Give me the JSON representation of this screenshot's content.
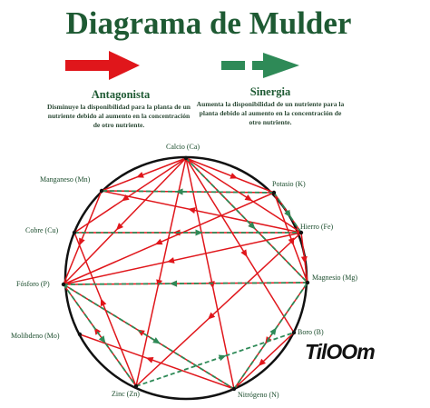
{
  "title": "Diagrama de Mulder",
  "legend": {
    "antagonism": {
      "heading": "Antagonista",
      "description": "Disminuye la disponibilidad para la planta de un nutriente debido al aumento en la concentración de otro nutriente.",
      "color": "#e0161b"
    },
    "synergy": {
      "heading": "Sinergia",
      "description": "Aumenta la disponibilidad de un nutriente para la planta debido al aumento en la concentración de otro nutriente.",
      "color": "#2e8a57"
    }
  },
  "nodes": [
    {
      "id": "ca",
      "label": "Calcio (Ca)"
    },
    {
      "id": "k",
      "label": "Potasio (K)"
    },
    {
      "id": "fe",
      "label": "Hierro (Fe)"
    },
    {
      "id": "mg",
      "label": "Magnesio (Mg)"
    },
    {
      "id": "b",
      "label": "Boro (B)"
    },
    {
      "id": "n",
      "label": "Nitrógeno (N)"
    },
    {
      "id": "zn",
      "label": "Zinc (Zn)"
    },
    {
      "id": "mo",
      "label": "Molibdeno (Mo)"
    },
    {
      "id": "p",
      "label": "Fósforo (P)"
    },
    {
      "id": "cu",
      "label": "Cobre (Cu)"
    },
    {
      "id": "mn",
      "label": "Manganeso (Mn)"
    }
  ],
  "antagonism_links": [
    [
      "ca",
      "k"
    ],
    [
      "ca",
      "fe"
    ],
    [
      "ca",
      "mg"
    ],
    [
      "ca",
      "b"
    ],
    [
      "ca",
      "n"
    ],
    [
      "ca",
      "zn"
    ],
    [
      "ca",
      "p"
    ],
    [
      "ca",
      "cu"
    ],
    [
      "ca",
      "mn"
    ],
    [
      "k",
      "mn"
    ],
    [
      "k",
      "fe"
    ],
    [
      "k",
      "p"
    ],
    [
      "k",
      "mg"
    ],
    [
      "fe",
      "mn"
    ],
    [
      "fe",
      "cu"
    ],
    [
      "fe",
      "p"
    ],
    [
      "fe",
      "mg"
    ],
    [
      "fe",
      "zn"
    ],
    [
      "mg",
      "p"
    ],
    [
      "mg",
      "n"
    ],
    [
      "b",
      "n"
    ],
    [
      "n",
      "mo"
    ],
    [
      "n",
      "p"
    ],
    [
      "zn",
      "p"
    ],
    [
      "zn",
      "cu"
    ],
    [
      "mn",
      "p"
    ]
  ],
  "synergy_links": [
    [
      "ca",
      "mg"
    ],
    [
      "k",
      "mn"
    ],
    [
      "k",
      "fe"
    ],
    [
      "mg",
      "p"
    ],
    [
      "p",
      "n"
    ],
    [
      "n",
      "mg"
    ],
    [
      "cu",
      "fe"
    ],
    [
      "zn",
      "b"
    ],
    [
      "p",
      "zn"
    ]
  ],
  "logo_text": "TilOOm"
}
